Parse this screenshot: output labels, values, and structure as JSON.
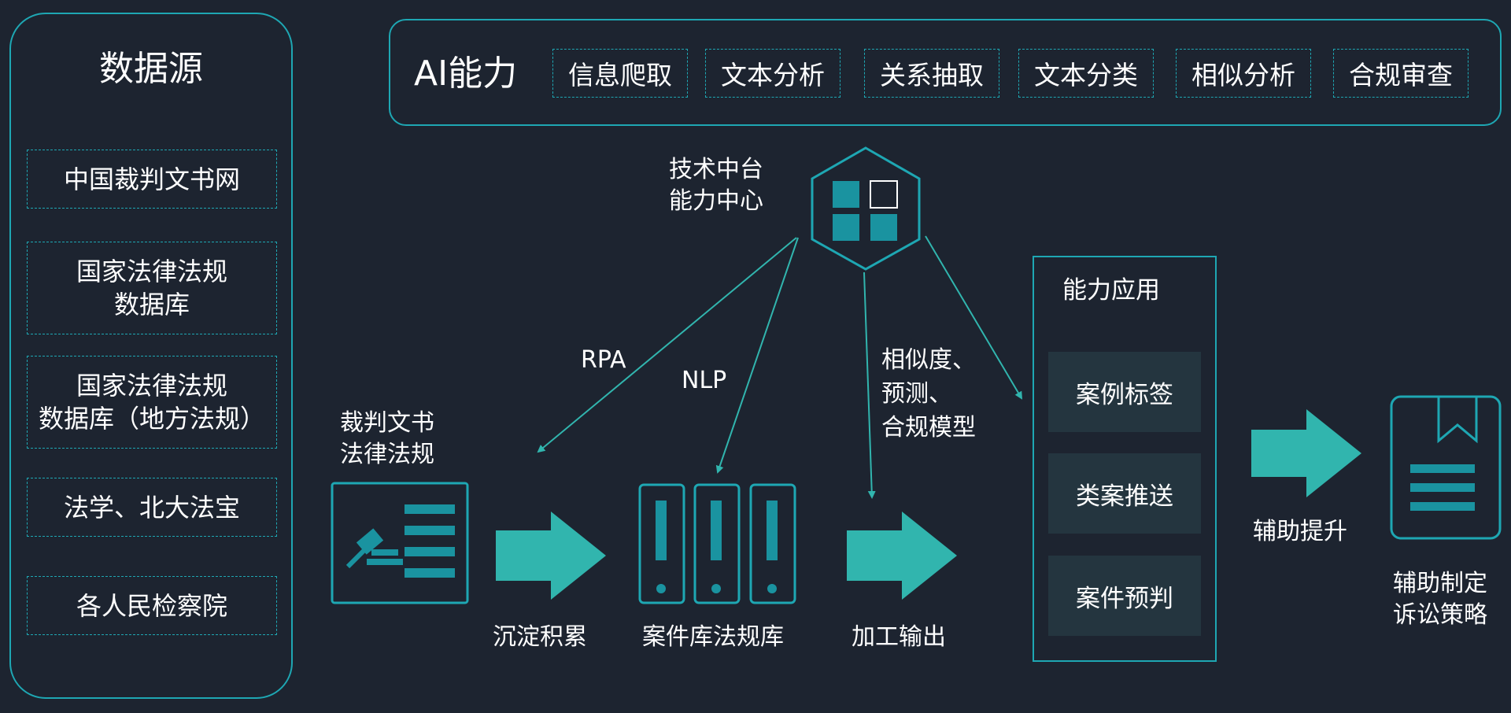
{
  "left_panel": {
    "title": "数据源",
    "sources": [
      {
        "lines": [
          "中国裁判文书网"
        ]
      },
      {
        "lines": [
          "国家法律法规",
          "数据库"
        ]
      },
      {
        "lines": [
          "国家法律法规",
          "数据库（地方法规）"
        ]
      },
      {
        "lines": [
          "法学、北大法宝"
        ]
      },
      {
        "lines": [
          "各人民检察院"
        ]
      }
    ]
  },
  "ai_panel": {
    "title": "AI能力",
    "chips": [
      "信息爬取",
      "文本分析",
      "关系抽取",
      "文本分类",
      "相似分析",
      "合规审查"
    ]
  },
  "tech_center": {
    "line1": "技术中台",
    "line2": "能力中心"
  },
  "arrows": {
    "rpa": "RPA",
    "nlp": "NLP",
    "model_line1": "相似度、",
    "model_line2": "预测、",
    "model_line3": "合规模型"
  },
  "docs": {
    "line1": "裁判文书",
    "line2": "法律法规"
  },
  "flow": {
    "accumulate": "沉淀积累",
    "library": "案件库法规库",
    "output": "加工输出",
    "improve": "辅助提升"
  },
  "apps": {
    "title": "能力应用",
    "items": [
      "案例标签",
      "类案推送",
      "案件预判"
    ]
  },
  "strategy": {
    "line1": "辅助制定",
    "line2": "诉讼策略"
  },
  "colors": {
    "accent": "#1ea7b3",
    "teal_fill": "#31b5ae",
    "background": "#1d2430",
    "item_bg": "#24353f"
  }
}
